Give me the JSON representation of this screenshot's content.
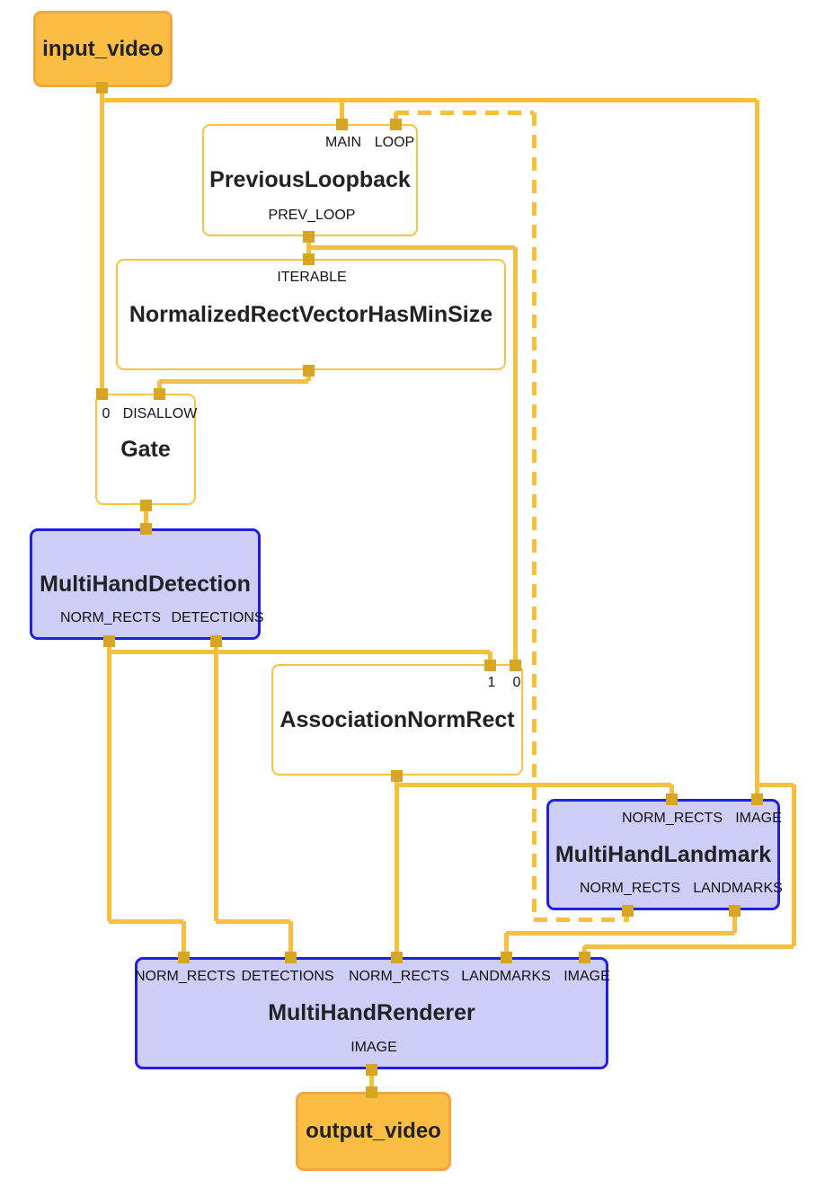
{
  "colors": {
    "edge": "#F6BF40",
    "connector": "#D7A524",
    "stream_fill": "#FBBD44",
    "stream_border": "#F0A643",
    "calc_border": "#F6C344",
    "subgraph_fill": "#CDCDF6",
    "subgraph_border": "#2020E0"
  },
  "nodes": {
    "input_video": {
      "label": "input_video",
      "type": "stream"
    },
    "previous_loopback": {
      "title": "PreviousLoopback",
      "type": "calculator",
      "port_main": "MAIN",
      "port_loop": "LOOP",
      "port_prev_loop": "PREV_LOOP"
    },
    "normalized_rect_vector_has_min_size": {
      "title": "NormalizedRectVectorHasMinSize",
      "type": "calculator",
      "port_iterable": "ITERABLE"
    },
    "gate": {
      "title": "Gate",
      "type": "calculator",
      "port_0": "0",
      "port_disallow": "DISALLOW"
    },
    "multi_hand_detection": {
      "title": "MultiHandDetection",
      "type": "subgraph",
      "port_norm_rects": "NORM_RECTS",
      "port_detections": "DETECTIONS"
    },
    "association_norm_rect": {
      "title": "AssociationNormRect",
      "type": "calculator",
      "port_1": "1",
      "port_0": "0"
    },
    "multi_hand_landmark": {
      "title": "MultiHandLandmark",
      "type": "subgraph",
      "port_norm_rects_in": "NORM_RECTS",
      "port_image": "IMAGE",
      "port_norm_rects_out": "NORM_RECTS",
      "port_landmarks": "LANDMARKS"
    },
    "multi_hand_renderer": {
      "title": "MultiHandRenderer",
      "type": "subgraph",
      "port_norm_rects_1": "NORM_RECTS",
      "port_detections": "DETECTIONS",
      "port_norm_rects_2": "NORM_RECTS",
      "port_landmarks": "LANDMARKS",
      "port_image_in": "IMAGE",
      "port_image_out": "IMAGE"
    },
    "output_video": {
      "label": "output_video",
      "type": "stream"
    }
  },
  "edges": [
    {
      "from": "input_video",
      "to": "Gate:0",
      "style": "solid"
    },
    {
      "from": "input_video",
      "to": "PreviousLoopback:MAIN",
      "style": "solid"
    },
    {
      "from": "input_video",
      "to": "MultiHandLandmark:IMAGE",
      "style": "solid"
    },
    {
      "from": "input_video",
      "to": "MultiHandRenderer:IMAGE",
      "style": "solid"
    },
    {
      "from": "PreviousLoopback:PREV_LOOP",
      "to": "NormalizedRectVectorHasMinSize:ITERABLE",
      "style": "solid"
    },
    {
      "from": "PreviousLoopback:PREV_LOOP",
      "to": "AssociationNormRect:0",
      "style": "solid"
    },
    {
      "from": "NormalizedRectVectorHasMinSize",
      "to": "Gate:DISALLOW",
      "style": "solid"
    },
    {
      "from": "Gate",
      "to": "MultiHandDetection",
      "style": "solid"
    },
    {
      "from": "MultiHandDetection:NORM_RECTS",
      "to": "AssociationNormRect:1",
      "style": "solid"
    },
    {
      "from": "MultiHandDetection:NORM_RECTS",
      "to": "MultiHandRenderer:NORM_RECTS",
      "style": "solid"
    },
    {
      "from": "MultiHandDetection:DETECTIONS",
      "to": "MultiHandRenderer:DETECTIONS",
      "style": "solid"
    },
    {
      "from": "AssociationNormRect",
      "to": "MultiHandRenderer:NORM_RECTS",
      "style": "solid"
    },
    {
      "from": "AssociationNormRect",
      "to": "MultiHandLandmark:NORM_RECTS",
      "style": "solid"
    },
    {
      "from": "MultiHandLandmark:LANDMARKS",
      "to": "MultiHandRenderer:LANDMARKS",
      "style": "solid"
    },
    {
      "from": "MultiHandLandmark:NORM_RECTS",
      "to": "PreviousLoopback:LOOP",
      "style": "dashed"
    },
    {
      "from": "MultiHandRenderer:IMAGE",
      "to": "output_video",
      "style": "solid"
    }
  ]
}
